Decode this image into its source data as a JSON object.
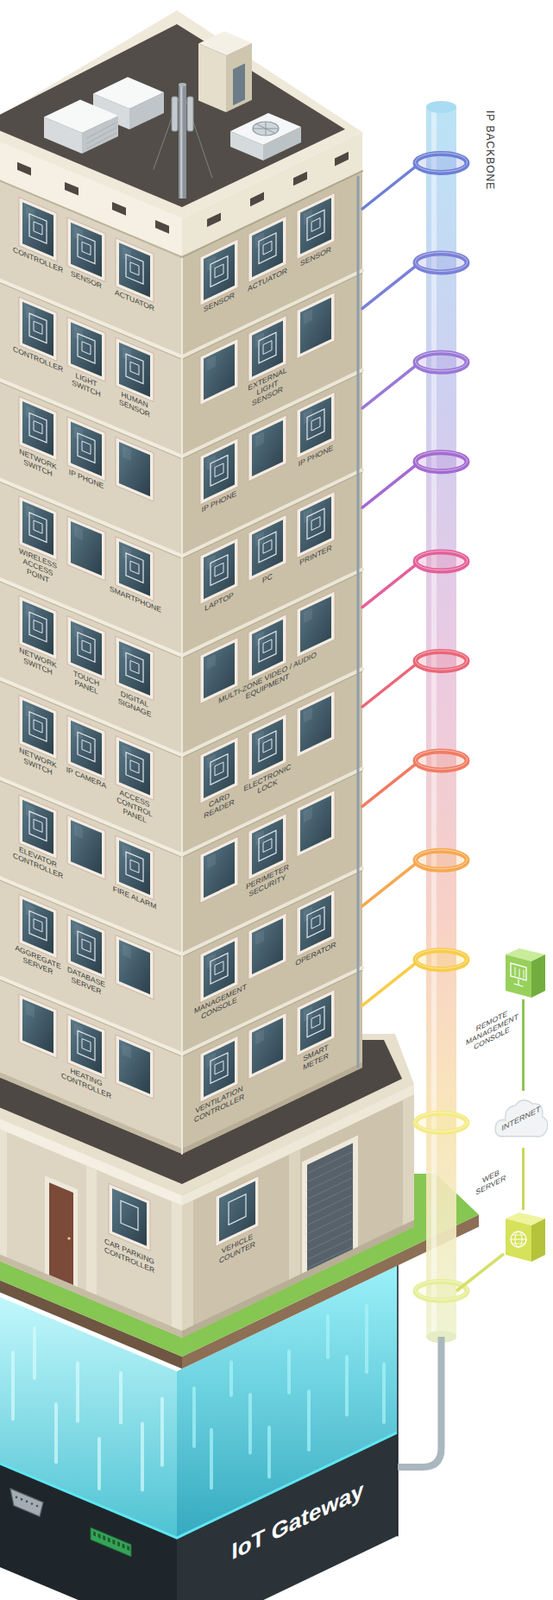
{
  "diagram": {
    "nodes": [
      {
        "text": [
          "IP BACKBONE"
        ]
      },
      {
        "text": [
          "REMOTE MANAGEMENT CONSOLE"
        ]
      },
      {
        "text": [
          "INTERNET"
        ]
      },
      {
        "text": [
          "WEB SERVER"
        ]
      },
      {
        "text": [
          "IoT Gateway"
        ]
      }
    ],
    "edges": [
      {
        "from": 1,
        "to": 2,
        "arrow": "none"
      },
      {
        "from": 2,
        "to": 3,
        "arrow": "none"
      },
      {
        "from": 3,
        "to": 0,
        "arrow": "none"
      },
      {
        "from": 0,
        "to": 4,
        "arrow": "none"
      }
    ],
    "labels": [
      "CONTROLLER",
      "SENSOR",
      "ACTUATOR",
      "SENSOR",
      "ACTUATOR",
      "SENSOR",
      "CONTROLLER",
      "LIGHT SWITCH",
      "HUMAN SENSOR",
      "EXTERNAL LIGHT SENSOR",
      "NETWORK SWITCH",
      "IP PHONE",
      "IP PHONE",
      "IP PHONE",
      "WIRELESS ACCESS POINT",
      "SMARTPHONE",
      "LAPTOP",
      "PC",
      "PRINTER",
      "NETWORK SWITCH",
      "TOUCH PANEL",
      "DIGITAL SIGNAGE",
      "MULTI-ZONE VIDEO / AUDIO EQUIPMENT",
      "NETWORK SWITCH",
      "IP CAMERA",
      "ACCESS CONTROL PANEL",
      "CARD READER",
      "ELECTRONIC LOCK",
      "ELEVATOR CONTROLLER",
      "FIRE ALARM",
      "PERIMETER SECURITY",
      "AGGREGATE SERVER",
      "DATABASE SERVER",
      "MANAGEMENT CONSOLE",
      "OPERATOR",
      "HEATING CONTROLLER",
      "VENTILATION CONTROLLER",
      "SMART METER",
      "CAR PARKING CONTROLLER",
      "VEHICLE COUNTER"
    ]
  }
}
